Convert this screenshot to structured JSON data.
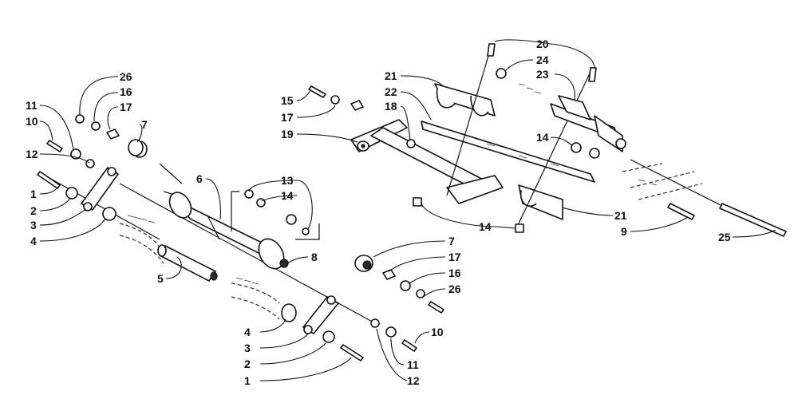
{
  "diagram": {
    "callouts": [
      {
        "id": "c26a",
        "label": "26"
      },
      {
        "id": "c16a",
        "label": "16"
      },
      {
        "id": "c11a",
        "label": "11"
      },
      {
        "id": "c17a",
        "label": "17"
      },
      {
        "id": "c10a",
        "label": "10"
      },
      {
        "id": "c7a",
        "label": "7"
      },
      {
        "id": "c12a",
        "label": "12"
      },
      {
        "id": "c1a",
        "label": "1"
      },
      {
        "id": "c2a",
        "label": "2"
      },
      {
        "id": "c3a",
        "label": "3"
      },
      {
        "id": "c4a",
        "label": "4"
      },
      {
        "id": "c6",
        "label": "6"
      },
      {
        "id": "c13",
        "label": "13"
      },
      {
        "id": "c14a",
        "label": "14"
      },
      {
        "id": "c5",
        "label": "5"
      },
      {
        "id": "c8",
        "label": "8"
      },
      {
        "id": "c7b",
        "label": "7"
      },
      {
        "id": "c17b",
        "label": "17"
      },
      {
        "id": "c16b",
        "label": "16"
      },
      {
        "id": "c26b",
        "label": "26"
      },
      {
        "id": "c4b",
        "label": "4"
      },
      {
        "id": "c3b",
        "label": "3"
      },
      {
        "id": "c2b",
        "label": "2"
      },
      {
        "id": "c1b",
        "label": "1"
      },
      {
        "id": "c10b",
        "label": "10"
      },
      {
        "id": "c11b",
        "label": "11"
      },
      {
        "id": "c12b",
        "label": "12"
      },
      {
        "id": "c15",
        "label": "15"
      },
      {
        "id": "c17c",
        "label": "17"
      },
      {
        "id": "c19",
        "label": "19"
      },
      {
        "id": "c21a",
        "label": "21"
      },
      {
        "id": "c22",
        "label": "22"
      },
      {
        "id": "c18",
        "label": "18"
      },
      {
        "id": "c14b",
        "label": "14"
      },
      {
        "id": "c20",
        "label": "20"
      },
      {
        "id": "c24",
        "label": "24"
      },
      {
        "id": "c23",
        "label": "23"
      },
      {
        "id": "c14c",
        "label": "14"
      },
      {
        "id": "c21b",
        "label": "21"
      },
      {
        "id": "c9",
        "label": "9"
      },
      {
        "id": "c25",
        "label": "25"
      }
    ]
  }
}
